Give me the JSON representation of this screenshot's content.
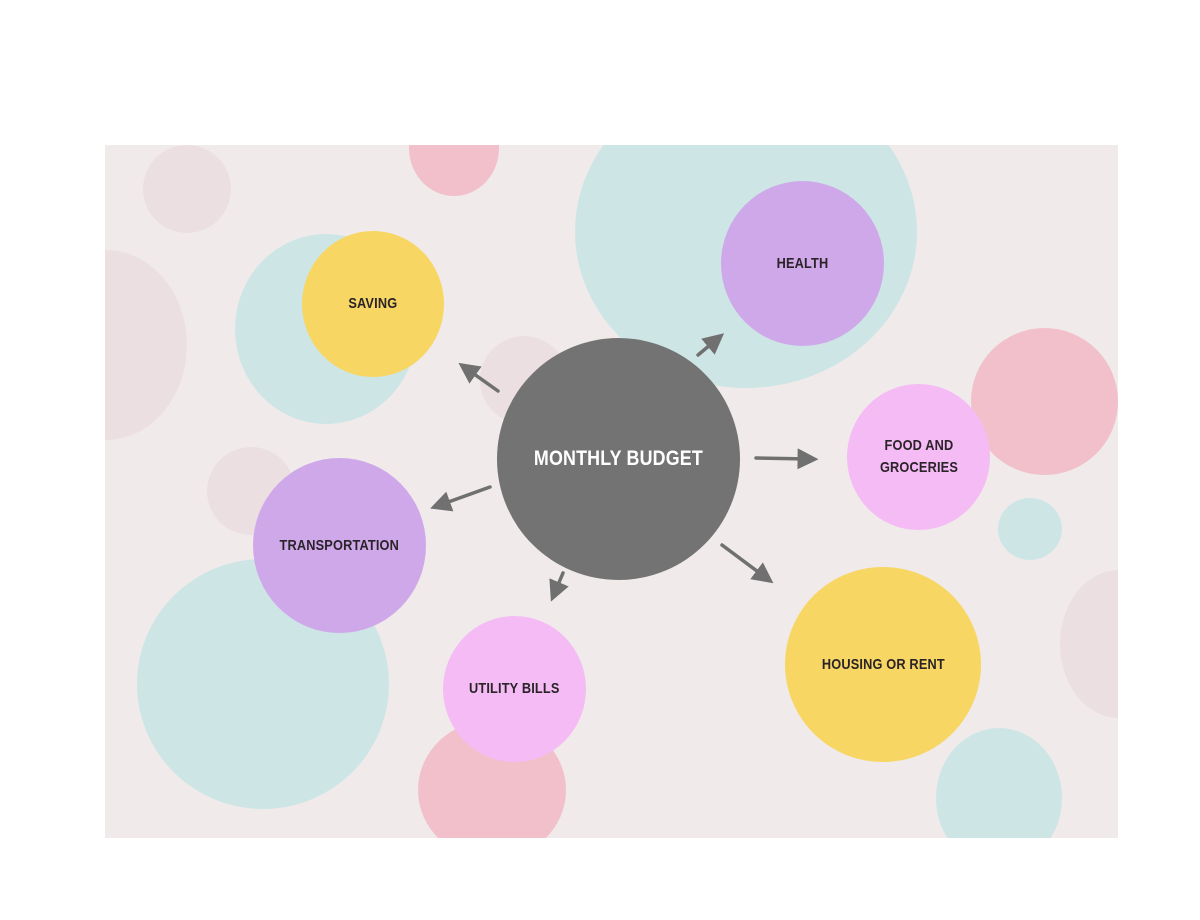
{
  "diagram": {
    "type": "mind-map",
    "colors": {
      "background": "#f0eaea",
      "center": "#737373",
      "yellow": "#f7d663",
      "purple": "#cfa8ea",
      "pink": "#f4bbf5",
      "mint": "#cde6e5",
      "rose": "#f1c0cb",
      "blush": "#ecdfe2",
      "arrow": "#707070"
    },
    "center": {
      "label": "MONTHLY BUDGET"
    },
    "nodes": [
      {
        "id": "saving",
        "label": "SAVING"
      },
      {
        "id": "health",
        "label": "HEALTH"
      },
      {
        "id": "food",
        "label": "FOOD AND GROCERIES"
      },
      {
        "id": "housing",
        "label": "HOUSING OR RENT"
      },
      {
        "id": "utility",
        "label": "UTILITY BILLS"
      },
      {
        "id": "transportation",
        "label": "TRANSPORTATION"
      }
    ]
  }
}
